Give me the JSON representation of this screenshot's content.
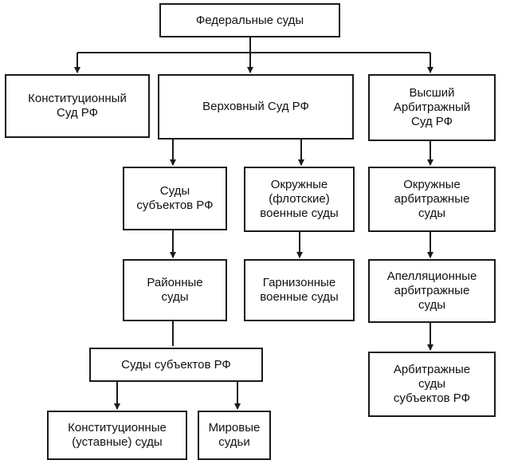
{
  "diagram": {
    "federal": "Федеральные суды",
    "constitutional": "Конституционный\nСуд РФ",
    "supreme": "Верховный Суд РФ",
    "arbitration_supreme": "Высший\nАрбитражный\nСуд РФ",
    "subject_courts": "Суды\nсубъектов РФ",
    "military_district": "Окружные\n(флотские)\nвоенные суды",
    "arb_district": "Окружные\nарбитражные\nсуды",
    "district": "Районные\nсуды",
    "garrison": "Гарнизонные\nвоенные суды",
    "appeal_arb": "Апелляционные\nарбитражные\nсуды",
    "subject_courts_2": "Суды субъектов РФ",
    "arb_subject": "Арбитражные\nсуды\nсубъектов РФ",
    "constitutional_charter": "Конституционные\n(уставные) суды",
    "magistrate": "Мировые\nсудьи"
  }
}
